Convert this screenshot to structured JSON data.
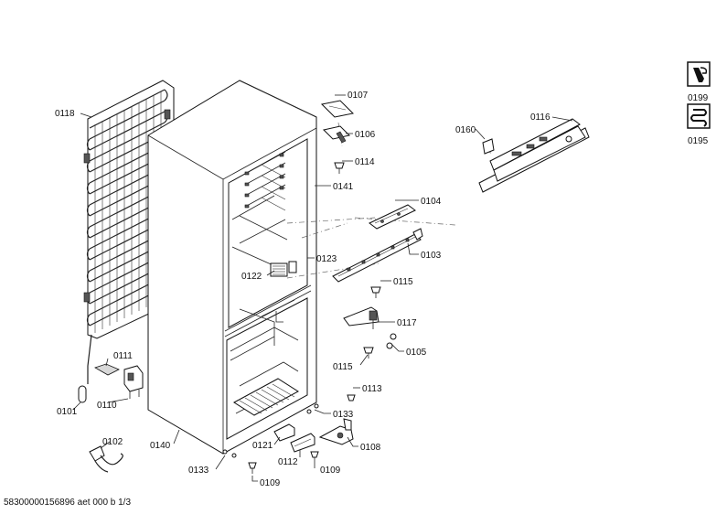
{
  "labels": {
    "p0107": "0107",
    "p0106": "0106",
    "p0114": "0114",
    "p0141": "0141",
    "p0118": "0118",
    "p0104": "0104",
    "p0103": "0103",
    "p0123": "0123",
    "p0122": "0122",
    "p0115a": "0115",
    "p0117": "0117",
    "p0105": "0105",
    "p0115b": "0115",
    "p0113": "0113",
    "p0133a": "0133",
    "p0108": "0108",
    "p0121": "0121",
    "p0112": "0112",
    "p0109a": "0109",
    "p0133b": "0133",
    "p0109b": "0109",
    "p0140": "0140",
    "p0111": "0111",
    "p0110": "0110",
    "p0101": "0101",
    "p0102": "0102",
    "p0160": "0160",
    "p0116": "0116",
    "p0199": "0199",
    "p0195": "0195"
  },
  "footer": {
    "document_id": "58300000156896 aet 000 b 1/3"
  },
  "icons": {
    "p0199": "wrench-icon",
    "p0195": "heating-coil-icon"
  }
}
